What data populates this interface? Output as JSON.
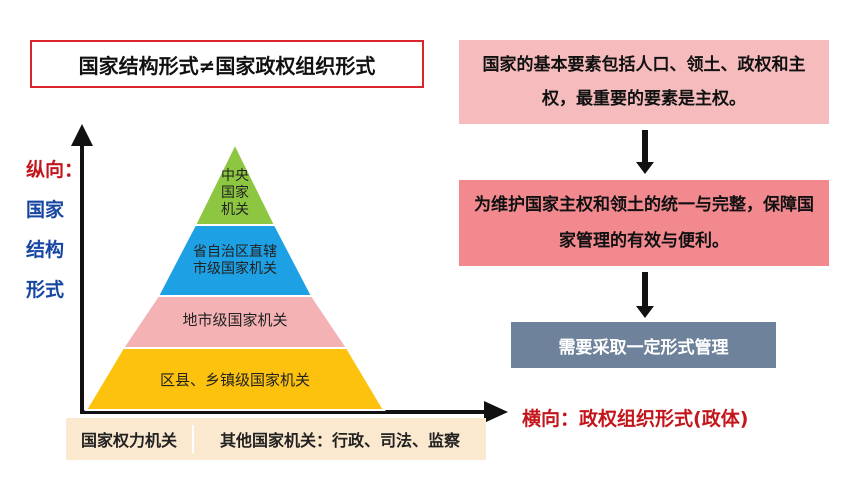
{
  "title": "国家结构形式≠国家政权组织形式",
  "vertical_axis": {
    "prefix": "纵向：",
    "lines": [
      "国家",
      "结构",
      "形式"
    ]
  },
  "pyramid": {
    "levels": [
      {
        "lines": [
          "中央",
          "国家",
          "机关"
        ],
        "color": "#8dc640"
      },
      {
        "lines": [
          "省自治区直辖",
          "市级国家机关"
        ],
        "color": "#1ea0e4"
      },
      {
        "lines": [
          "地市级国家机关"
        ],
        "color": "#f4b2b4"
      },
      {
        "lines": [
          "区县、乡镇级国家机关"
        ],
        "color": "#fcc20e"
      }
    ]
  },
  "base": {
    "left": "国家权力机关",
    "right": "其他国家机关：行政、司法、监察"
  },
  "horizontal_axis": {
    "label": "横向：政权组织形式",
    "suffix": "(政体)"
  },
  "boxes": {
    "box1": "国家的基本要素包括人口、领土、政权和主权，最重要的要素是主权。",
    "box2": "为维护国家主权和领土的统一与完整，保障国家管理的有效与便利。",
    "box3": "需要采取一定形式管理"
  },
  "colors": {
    "accent_red": "#c3161c",
    "accent_blue": "#1746a2",
    "box3_bg": "#6e839b"
  }
}
